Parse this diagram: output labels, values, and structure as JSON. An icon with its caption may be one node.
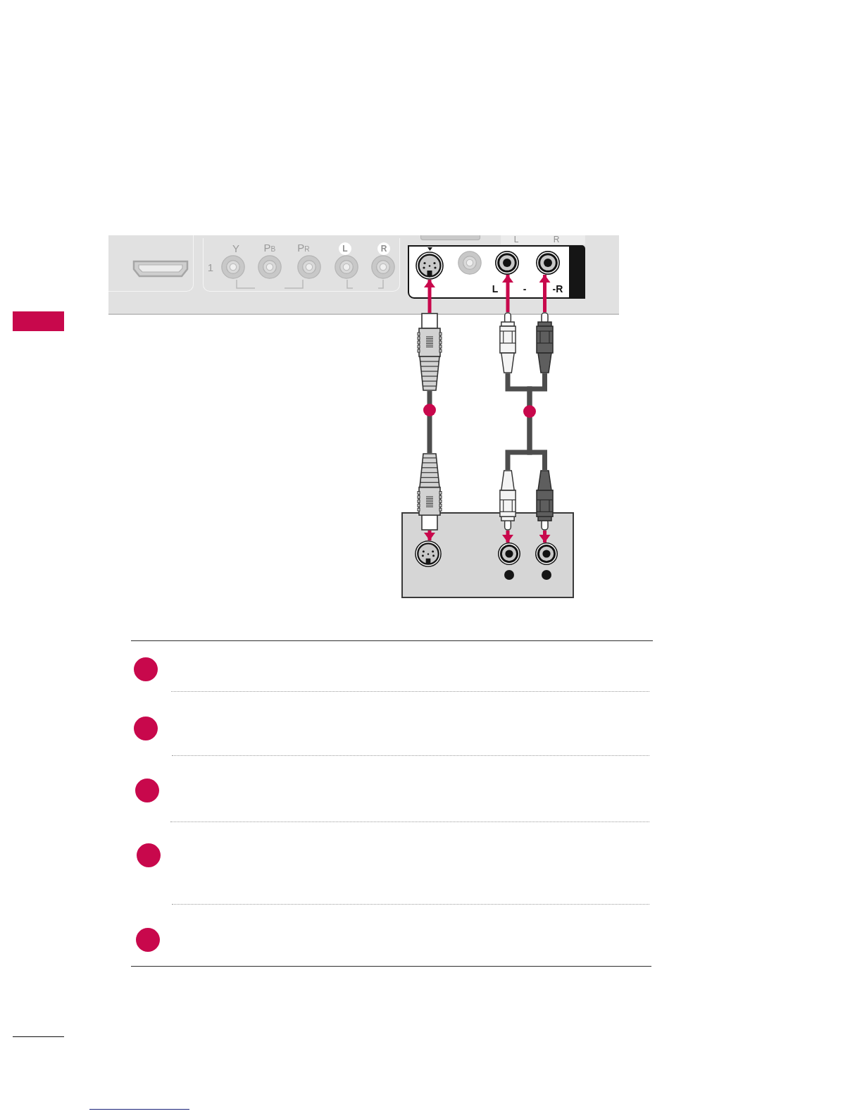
{
  "diagram": {
    "nodes": [
      {
        "text": [],
        "shape": "circle"
      },
      {
        "text": [],
        "shape": "circle"
      },
      {
        "text": [],
        "shape": "circle"
      },
      {
        "text": [],
        "shape": "picture"
      },
      {
        "text": [],
        "shape": "picture"
      },
      {
        "text": [],
        "shape": "picture"
      },
      {
        "text": [],
        "shape": "picture"
      },
      {
        "text": [],
        "shape": "picture"
      },
      {
        "text": [],
        "shape": "picture"
      },
      {
        "text": [],
        "shape": "circle"
      },
      {
        "text": [],
        "shape": "circle"
      },
      {
        "text": [],
        "shape": "circle"
      },
      {
        "text": [],
        "shape": "bar"
      }
    ],
    "edges": [
      {
        "from": 3,
        "to": 0,
        "arrow": "to"
      },
      {
        "from": 4,
        "to": 1,
        "arrow": "to"
      },
      {
        "from": 5,
        "to": 2,
        "arrow": "to"
      },
      {
        "from": 6,
        "to": 3,
        "arrow": "none",
        "color": "#4d4d4d"
      },
      {
        "from": 7,
        "to": 4,
        "arrow": "none",
        "color": "#4d4d4d"
      },
      {
        "from": 8,
        "to": 5,
        "arrow": "none",
        "color": "#4d4d4d"
      },
      {
        "from": 6,
        "to": 9,
        "arrow": "to"
      },
      {
        "from": 7,
        "to": 10,
        "arrow": "to"
      },
      {
        "from": 8,
        "to": 11,
        "arrow": "to"
      }
    ],
    "labels": [
      "L",
      "R",
      "Y",
      "P$_{B}$",
      "P$_{R}$",
      "L",
      "R",
      "1",
      "L",
      "-",
      "-R"
    ]
  }
}
